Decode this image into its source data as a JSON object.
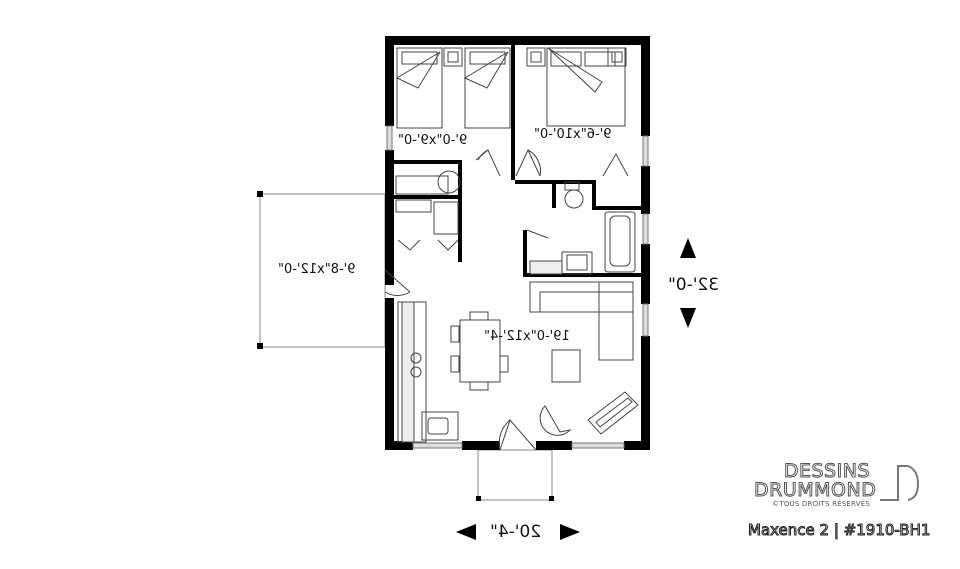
{
  "plan": {
    "rooms": [
      {
        "name": "bedroom-2",
        "dimensions": "9'-0\"x9'-0\""
      },
      {
        "name": "master-bedroom",
        "dimensions": "9'-6\"x10'-0\""
      },
      {
        "name": "covered-porch",
        "dimensions": "9'-8\"x12'-0\""
      },
      {
        "name": "living-kitchen-dining",
        "dimensions": "19'-0\"x12'-4\""
      }
    ],
    "overall_width": "20'-4\"",
    "overall_depth": "32'-0\"",
    "text_mirrored": true
  },
  "branding": {
    "company_line1": "DESSINS",
    "company_line2": "DRUMMOND",
    "rights": "©TOUS DROITS RÉSERVÉS",
    "model": "Maxence 2 | #1910-BH1"
  },
  "colors": {
    "wall": "#000000",
    "line": "#555555",
    "window_fill": "#dddddd",
    "background": "#ffffff"
  }
}
